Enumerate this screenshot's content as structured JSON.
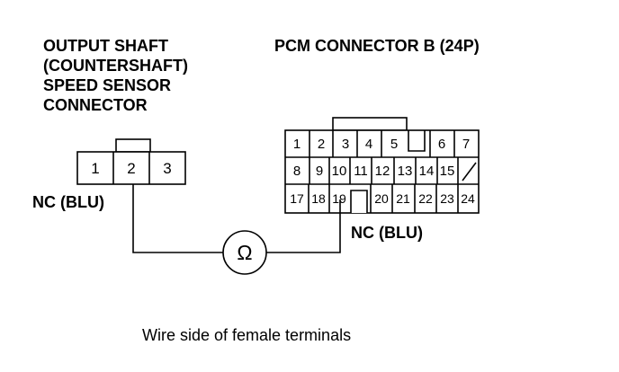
{
  "sensor_connector": {
    "title_lines": [
      "OUTPUT SHAFT",
      "(COUNTERSHAFT)",
      "SPEED SENSOR",
      "CONNECTOR"
    ],
    "pins": [
      "1",
      "2",
      "3"
    ],
    "probe_label": "NC (BLU)"
  },
  "pcm_connector": {
    "title": "PCM CONNECTOR B (24P)",
    "row1": [
      "1",
      "2",
      "3",
      "4",
      "5",
      "6",
      "7"
    ],
    "row2": [
      "8",
      "9",
      "10",
      "11",
      "12",
      "13",
      "14",
      "15"
    ],
    "row3": [
      "17",
      "18",
      "19",
      "20",
      "21",
      "22",
      "23",
      "24"
    ],
    "probe_label": "NC (BLU)"
  },
  "meter": {
    "symbol": "Ω",
    "type": "ohmmeter-icon"
  },
  "caption": "Wire side of female terminals",
  "colors": {
    "ink": "#000000",
    "background": "#ffffff"
  }
}
